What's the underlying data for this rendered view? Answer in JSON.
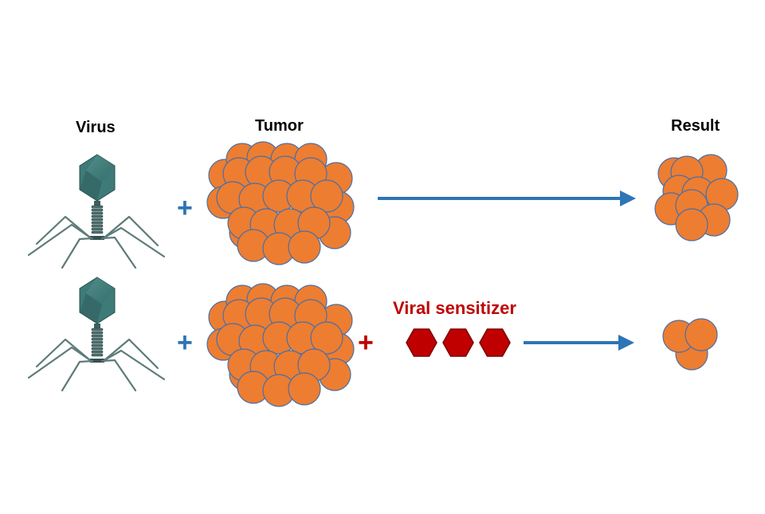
{
  "headers": {
    "virus": "Virus",
    "tumor": "Tumor",
    "result": "Result"
  },
  "operators": {
    "plus": "+"
  },
  "sensitizer": {
    "label": "Viral sensitizer",
    "count": 3
  },
  "rows": [
    {
      "name": "without-sensitizer",
      "result_cells": 11
    },
    {
      "name": "with-sensitizer",
      "result_cells": 3
    }
  ],
  "colors": {
    "cell_fill": "#ED7D31",
    "cell_stroke": "#4A6FA5",
    "arrow": "#2E75B6",
    "plus_blue": "#2E75B6",
    "sensitizer_red": "#C00000",
    "hexagon_fill": "#C00000",
    "hexagon_stroke": "#7A0000",
    "virus_head": "#3E7A78",
    "virus_legs": "#5E7A7A"
  },
  "icons": {
    "virus": "bacteriophage-icon",
    "sensitizer": "hexagon-molecule-icon",
    "cell": "tumor-cell-circle"
  }
}
